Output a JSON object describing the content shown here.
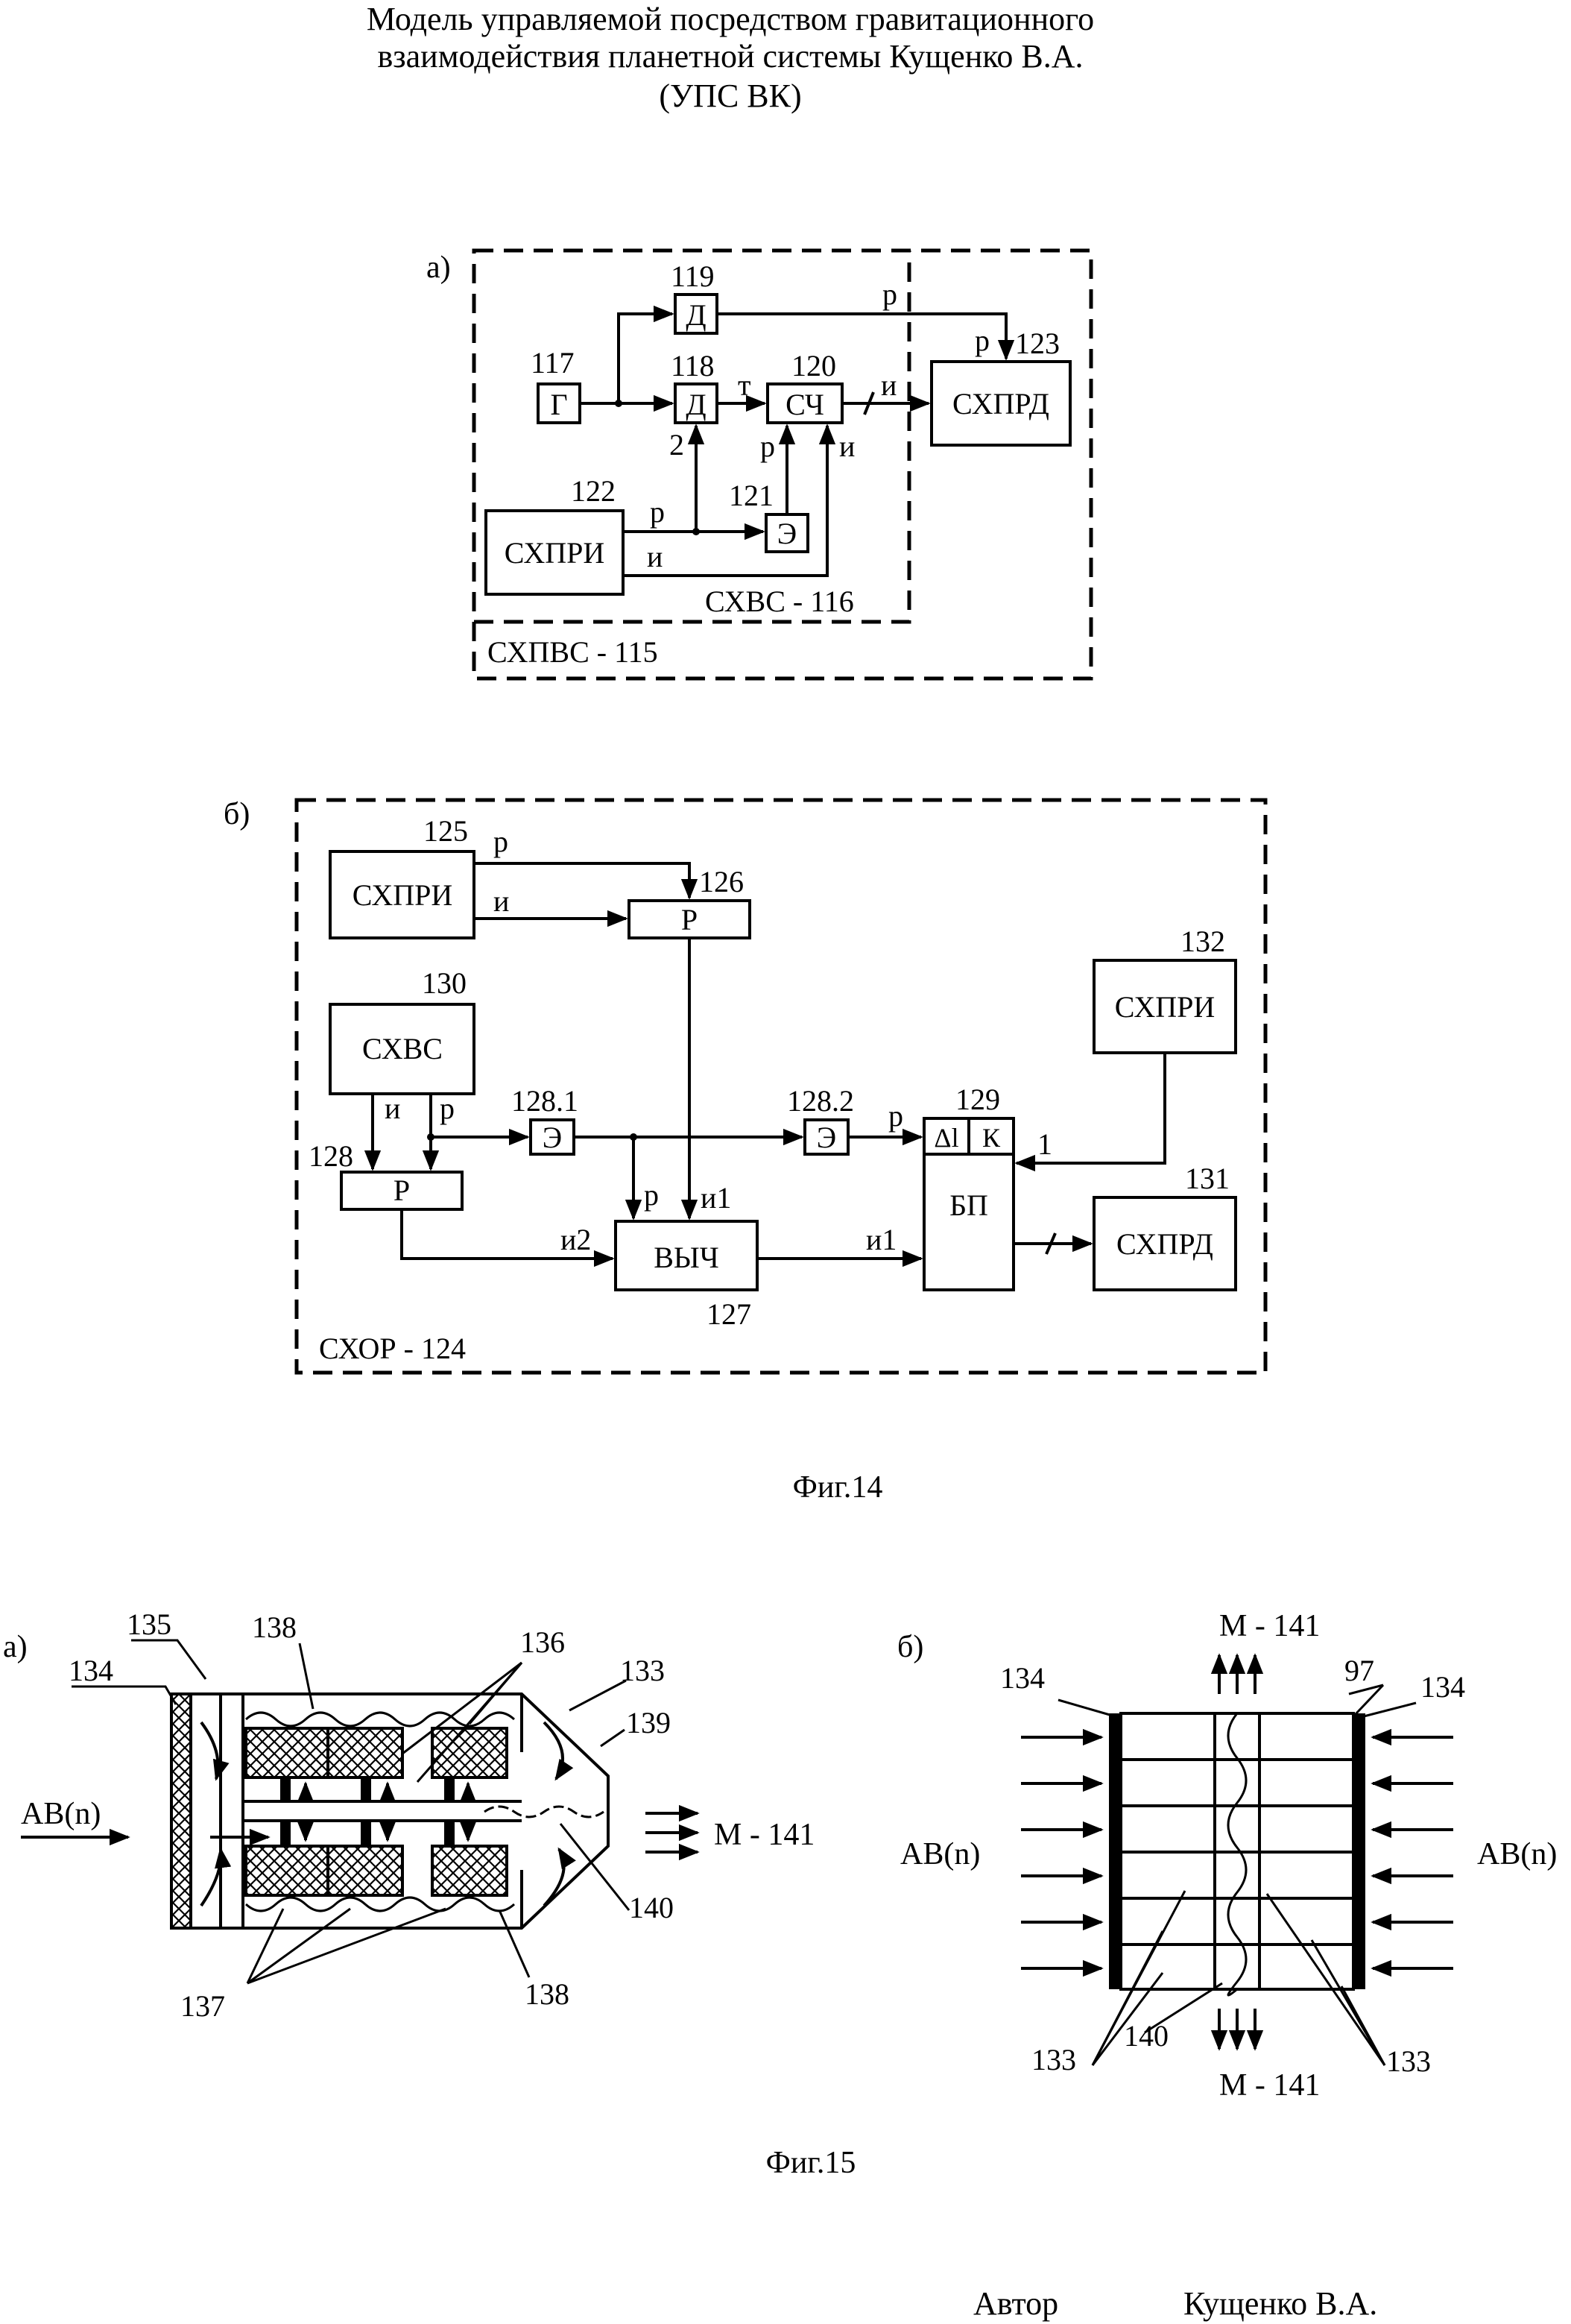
{
  "title": {
    "line1": "Модель управляемой посредством гравитационного",
    "line2": "взаимодействия планетной системы Кущенко В.А.",
    "line3": "(УПС ВК)"
  },
  "fig14": {
    "caption": "Фиг.14",
    "a": {
      "label": "а)",
      "outer": "СХПВС - 115",
      "inner": "СХВС - 116",
      "blocks": {
        "g": "Г",
        "g_num": "117",
        "d119": "Д",
        "d119_num": "119",
        "d118": "Д",
        "d118_num": "118",
        "sch": "СЧ",
        "sch_num": "120",
        "prd": "СХПРД",
        "prd_num": "123",
        "pri": "СХПРИ",
        "pri_num": "122",
        "e": "Э",
        "e_num": "121"
      },
      "signals": {
        "r_top": "р",
        "r_123": "р",
        "t": "т",
        "i_out": "и",
        "two": "2",
        "r_up": "р",
        "i_up": "и",
        "r_pri": "р",
        "i_pri": "и"
      }
    },
    "b": {
      "label": "б)",
      "outer": "СХОР - 124",
      "blocks": {
        "pri125": "СХПРИ",
        "pri125_num": "125",
        "r126": "Р",
        "r126_num": "126",
        "pri132": "СХПРИ",
        "pri132_num": "132",
        "xvs": "СХВС",
        "xvs_num": "130",
        "e1": "Э",
        "e1_num": "128.1",
        "e2": "Э",
        "e2_num": "128.2",
        "bp": "БП",
        "bp_num": "129",
        "bp_dl": "Δl",
        "bp_k": "К",
        "r128": "Р",
        "r128_num": "128",
        "vych": "ВЫЧ",
        "vych_num": "127",
        "prd": "СХПРД",
        "prd_num": "131"
      },
      "signals": {
        "r125": "р",
        "i125": "и",
        "i130": "и",
        "r130": "р",
        "r_e2": "р",
        "one": "1",
        "p_vych": "р",
        "i1_vych": "и1",
        "i2": "и2",
        "i1_out": "и1"
      }
    }
  },
  "fig15": {
    "caption": "Фиг.15",
    "a": {
      "label": "а)",
      "input": "АВ(n)",
      "output": "М - 141",
      "nums": [
        "135",
        "134",
        "138",
        "136",
        "133",
        "139",
        "140",
        "137",
        "138"
      ]
    },
    "b": {
      "label": "б)",
      "input_left": "АВ(n)",
      "input_right": "АВ(n)",
      "out_top": "М - 141",
      "out_bottom": "М - 141",
      "nums": [
        "134",
        "97",
        "134",
        "133",
        "140",
        "133"
      ]
    }
  },
  "author": {
    "label": "Автор",
    "name": "Кущенко В.А."
  }
}
